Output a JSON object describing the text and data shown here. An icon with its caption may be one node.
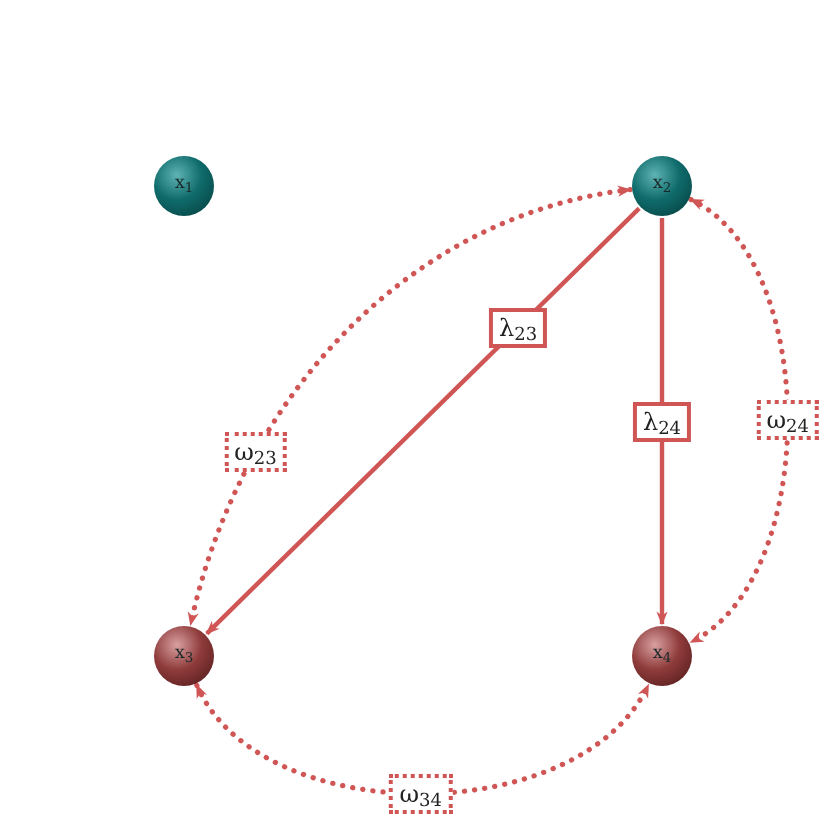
{
  "diagram": {
    "nodes": [
      {
        "text": [
          "x$_{1}$"
        ]
      },
      {
        "text": [
          "x$_{2}$"
        ]
      },
      {
        "text": [
          "x$_{3}$"
        ]
      },
      {
        "text": [
          "x$_{4}$"
        ]
      }
    ],
    "edges": [
      {
        "from": 1,
        "to": 2,
        "arrow": "to",
        "label": "λ$_{23}$"
      },
      {
        "from": 1,
        "to": 3,
        "arrow": "to",
        "label": "λ$_{24}$"
      },
      {
        "from": 1,
        "to": 2,
        "arrow": "both",
        "label": "ω$_{23}$",
        "style": "dashed"
      },
      {
        "from": 1,
        "to": 3,
        "arrow": "both",
        "label": "ω$_{24}$",
        "style": "dashed"
      },
      {
        "from": 2,
        "to": 3,
        "arrow": "both",
        "label": "ω$_{34}$",
        "style": "dashed"
      }
    ]
  }
}
